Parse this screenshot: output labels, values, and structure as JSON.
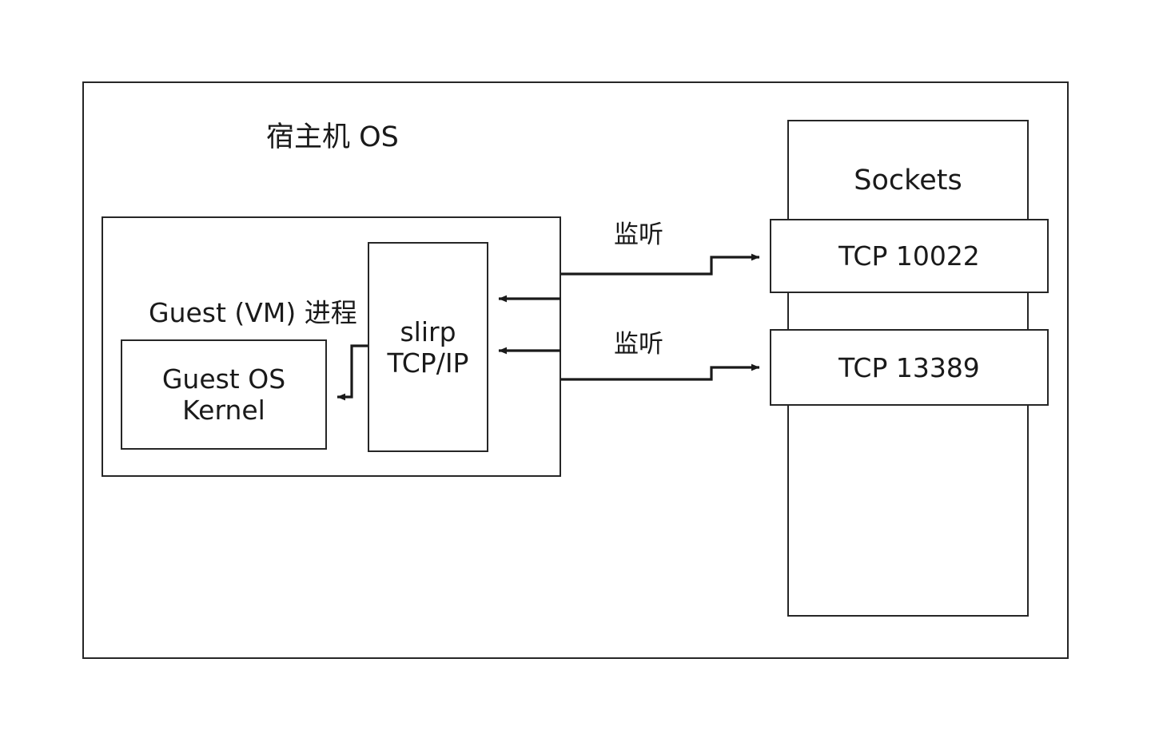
{
  "diagram": {
    "title_host": "宿主机 OS",
    "host_frame_name": "host-os-frame",
    "vm": {
      "label": "Guest (VM) 进程",
      "kernel": {
        "line1": "Guest OS",
        "line2": "Kernel"
      },
      "slirp": {
        "line1": "slirp",
        "line2": "TCP/IP"
      }
    },
    "sockets": {
      "title": "Sockets",
      "ports": [
        {
          "label": "TCP 10022"
        },
        {
          "label": "TCP 13389"
        }
      ]
    },
    "edges": [
      {
        "label": "监听",
        "from": "guest-vm-process",
        "to": "tcp-10022"
      },
      {
        "label": "监听",
        "from": "guest-vm-process",
        "to": "tcp-13389"
      }
    ],
    "colors": {
      "stroke": "#262626",
      "background": "#ffffff",
      "text": "#1a1a1a"
    }
  }
}
